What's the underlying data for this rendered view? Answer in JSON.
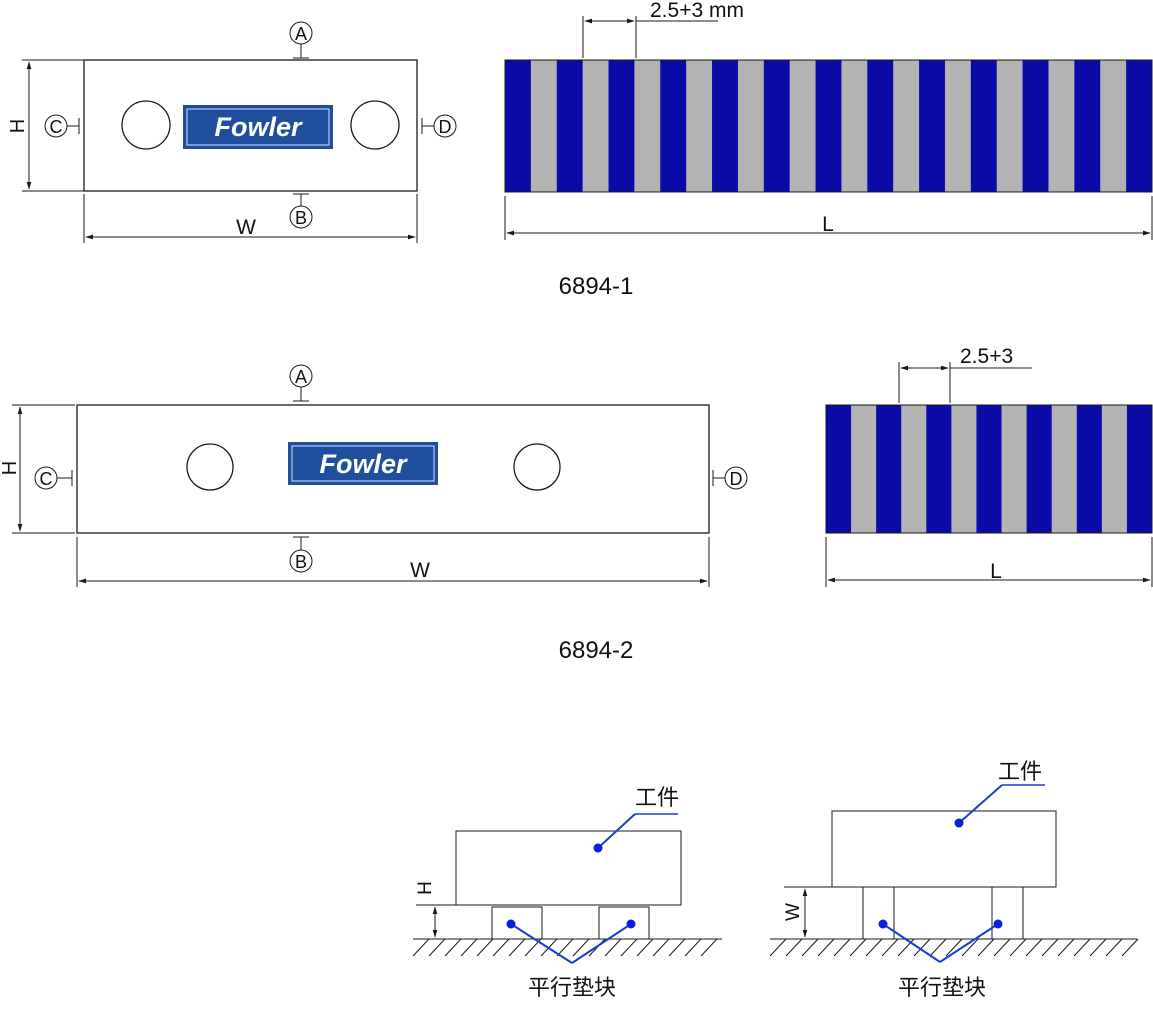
{
  "colors": {
    "stripe_blue": "#0a0aa6",
    "stripe_gray": "#b3b3b3",
    "logo_blue": "#1f4f9c",
    "leader_blue": "#1a3fcf",
    "dot_blue": "#0b1fd6"
  },
  "logo_text": "Fowler",
  "view1": {
    "marker_a": "A",
    "marker_b": "B",
    "marker_c": "C",
    "marker_d": "D",
    "dim_h": "H",
    "dim_w": "W",
    "dim_l": "L",
    "pitch_label": "2.5+3 mm",
    "model": "6894-1"
  },
  "view2": {
    "marker_a": "A",
    "marker_b": "B",
    "marker_c": "C",
    "marker_d": "D",
    "dim_h": "H",
    "dim_w": "W",
    "dim_l": "L",
    "pitch_label": "2.5+3",
    "model": "6894-2"
  },
  "usage": {
    "left": {
      "workpiece": "工件",
      "dim": "H",
      "blocks": "平行垫块"
    },
    "right": {
      "workpiece": "工件",
      "dim": "W",
      "blocks": "平行垫块"
    }
  }
}
